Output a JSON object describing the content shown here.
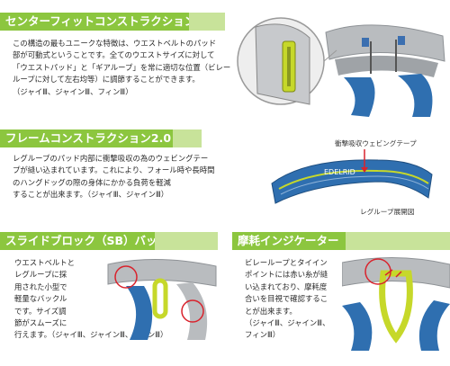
{
  "sections": {
    "center_fit": {
      "title": "センターフィットコンストラクション",
      "lines": [
        "この構造の最もユニークな特徴は、ウエストベルトのパッド",
        "部が可動式ということです。全てのウエストサイズに対して",
        "「ウエストパッド」と「ギアループ」を常に適切な位置（ビレー",
        "ループに対して左右均等）に調節することができます。",
        "（ジャイⅢ、ジャインⅢ、フィンⅢ）"
      ]
    },
    "frame": {
      "title": "フレームコンストラクション2.0",
      "lines": [
        "レグループのパッド内部に衝撃吸収の為のウェビングテー",
        "プが縫い込まれています。これにより、フォール時や長時間",
        "のハングドッグの際の身体にかかる負荷を軽減",
        "することが出来ます。（ジャイⅢ、ジャインⅢ）"
      ],
      "callout_label": "衝撃吸収ウェビングテープ",
      "caption": "レグループ展開図",
      "logo_text": "EDELRID"
    },
    "slide_block": {
      "title": "スライドブロック（SB）バックル",
      "lines": [
        "ウエストベルトと",
        "レグループに採",
        "用された小型で",
        "軽量なバックル",
        "です。サイズ調",
        "節がスムーズに",
        "行えます。（ジャイⅢ、ジャインⅢ、フィンⅢ）"
      ]
    },
    "wear_indicator": {
      "title": "摩耗インジケーター",
      "lines": [
        "ビレーループとタイイン",
        "ポイントには赤い糸が縫",
        "い込まれており、摩耗度",
        "合いを目視で確認するこ",
        "とが出来ます。",
        "（ジャイⅢ、ジャインⅢ、",
        "フィンⅢ）"
      ]
    }
  },
  "colors": {
    "banner": "#8cc63f",
    "banner_bar": "#c8e39a",
    "harness_grey": "#b9bcbf",
    "harness_blue": "#2f6fb0",
    "accent_yellow": "#c6d82a",
    "callout_red": "#d9232d"
  }
}
